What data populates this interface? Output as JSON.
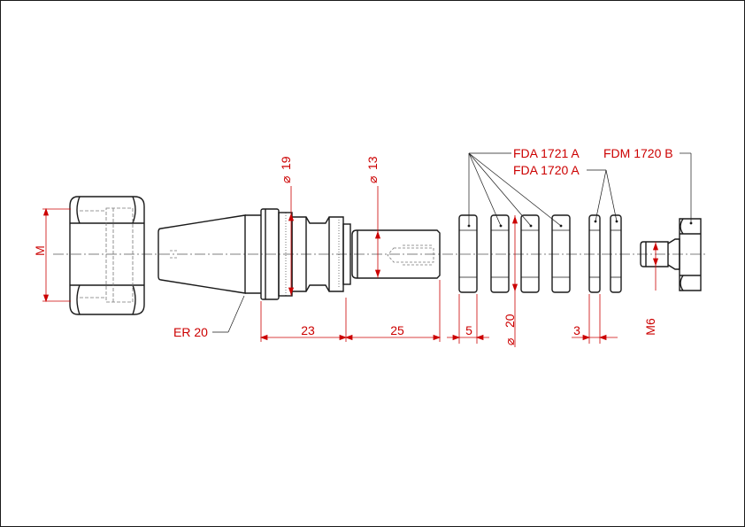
{
  "colors": {
    "line": "#1a1a1a",
    "dimension": "#cc0000",
    "hidden": "#777777",
    "centerline": "#555555",
    "background": "#ffffff"
  },
  "labels": {
    "collet_type": "ER 20",
    "nut_size": "M",
    "shank_diameter_19": "19",
    "shank_diameter_13": "13",
    "ring_a_code": "FDA 1721 A",
    "ring_b_code": "FDA 1720 A",
    "screw_code": "FDM 1720 B",
    "length_23": "23",
    "length_25": "25",
    "ring_thickness_5": "5",
    "ring_diameter_20": "20",
    "ring_thickness_3": "3",
    "thread_m6": "M6"
  }
}
